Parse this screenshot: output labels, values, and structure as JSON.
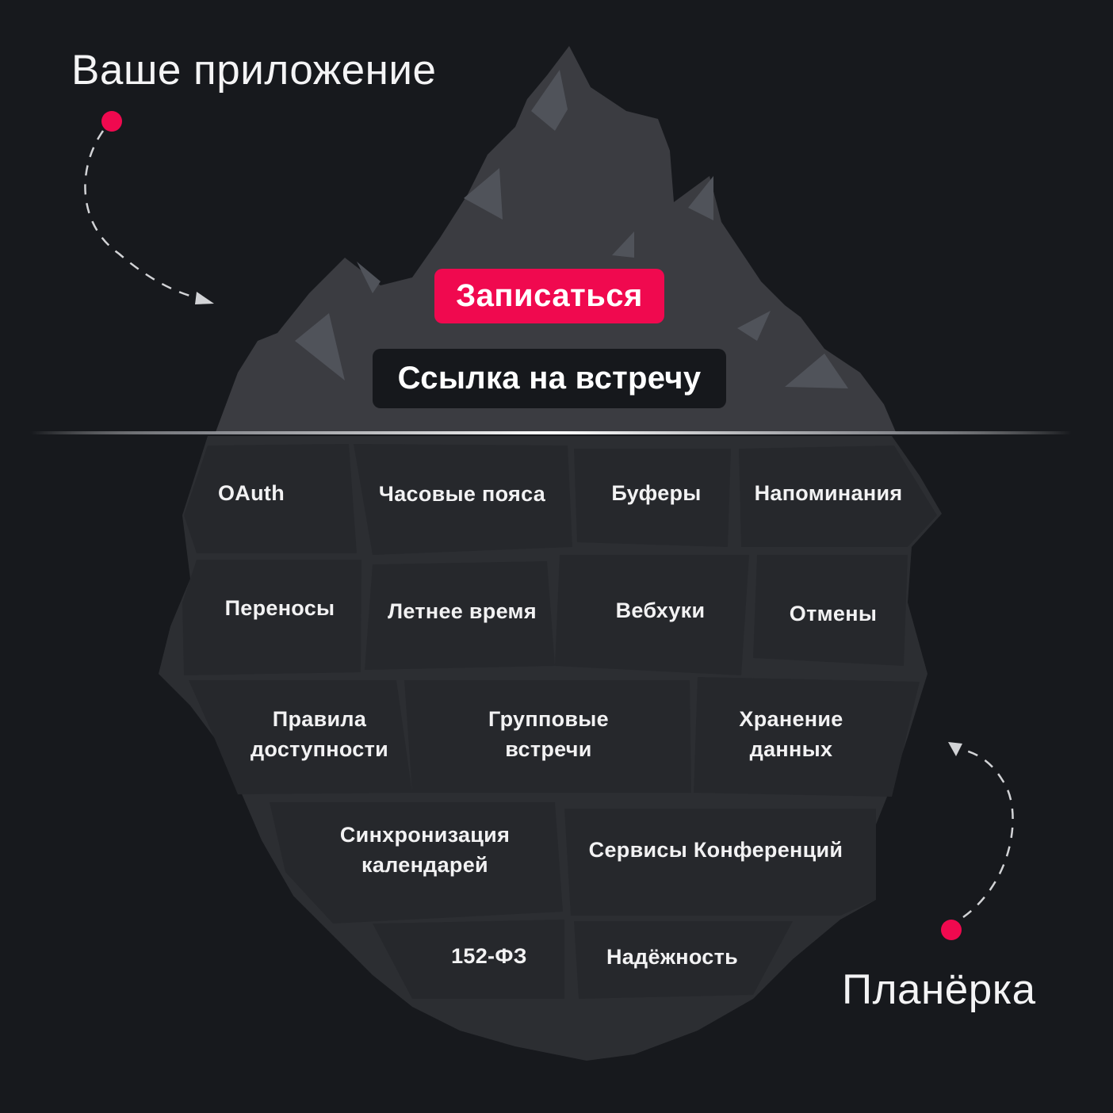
{
  "header": {
    "app_label": "Ваше приложение"
  },
  "footer": {
    "brand_label": "Планёрка"
  },
  "surface": {
    "primary_button": "Записаться",
    "secondary_button": "Ссылка на встречу"
  },
  "underwater": {
    "blocks": [
      "OAuth",
      "Часовые пояса",
      "Буферы",
      "Напоминания",
      "Переносы",
      "Летнее время",
      "Вебхуки",
      "Отмены",
      "Правила\nдоступности",
      "Групповые\nвстречи",
      "Хранение\nданных",
      "Синхронизация\nкалендарей",
      "Сервисы Конференций",
      "152-ФЗ",
      "Надёжность"
    ]
  },
  "colors": {
    "background": "#17191d",
    "accent": "#f0094f",
    "iceberg_top": "#3a3b40",
    "iceberg_bottom": "#2b2d31",
    "text": "#f4f4f5"
  }
}
